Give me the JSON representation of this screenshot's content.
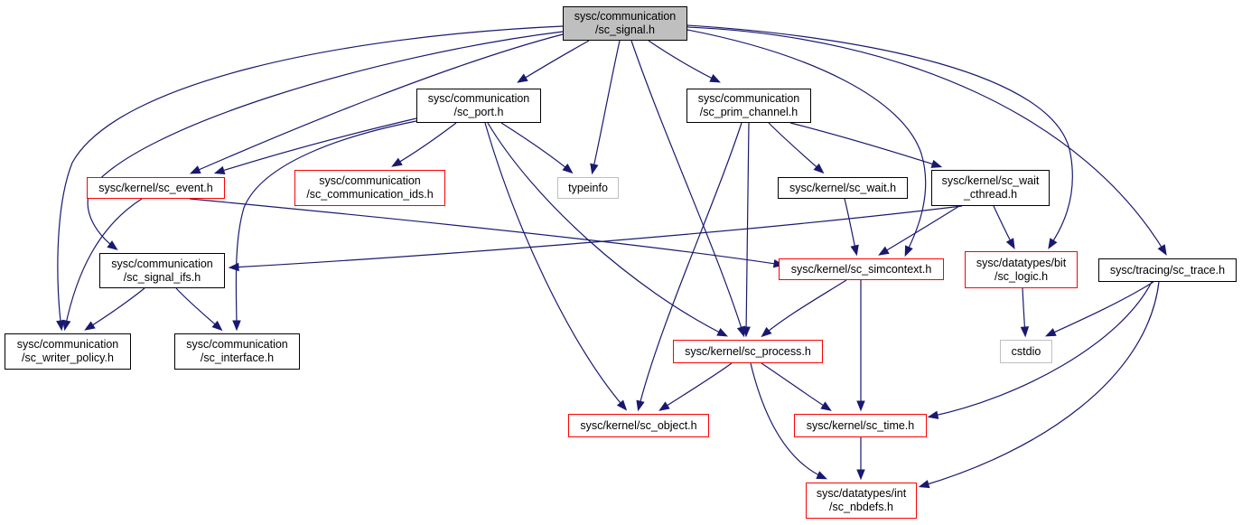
{
  "colors": {
    "edge": "#191970",
    "root_fill": "#bfbfbf",
    "red_border": "#ff0000",
    "gray_border": "#bfbfbf",
    "black_border": "#000000"
  },
  "nodes": {
    "sc_signal": {
      "lines": [
        "sysc/communication",
        "/sc_signal.h"
      ],
      "style": "root"
    },
    "sc_port": {
      "lines": [
        "sysc/communication",
        "/sc_port.h"
      ],
      "style": "black"
    },
    "sc_prim_channel": {
      "lines": [
        "sysc/communication",
        "/sc_prim_channel.h"
      ],
      "style": "black"
    },
    "sc_event": {
      "lines": [
        "sysc/kernel/sc_event.h"
      ],
      "style": "red"
    },
    "sc_communication_ids": {
      "lines": [
        "sysc/communication",
        "/sc_communication_ids.h"
      ],
      "style": "red"
    },
    "typeinfo": {
      "lines": [
        "typeinfo"
      ],
      "style": "gray"
    },
    "sc_wait": {
      "lines": [
        "sysc/kernel/sc_wait.h"
      ],
      "style": "black"
    },
    "sc_wait_cthread": {
      "lines": [
        "sysc/kernel/sc_wait",
        "_cthread.h"
      ],
      "style": "black"
    },
    "sc_signal_ifs": {
      "lines": [
        "sysc/communication",
        "/sc_signal_ifs.h"
      ],
      "style": "black"
    },
    "sc_simcontext": {
      "lines": [
        "sysc/kernel/sc_simcontext.h"
      ],
      "style": "red"
    },
    "sc_logic": {
      "lines": [
        "sysc/datatypes/bit",
        "/sc_logic.h"
      ],
      "style": "red"
    },
    "sc_trace": {
      "lines": [
        "sysc/tracing/sc_trace.h"
      ],
      "style": "black"
    },
    "sc_writer_policy": {
      "lines": [
        "sysc/communication",
        "/sc_writer_policy.h"
      ],
      "style": "black"
    },
    "sc_interface": {
      "lines": [
        "sysc/communication",
        "/sc_interface.h"
      ],
      "style": "black"
    },
    "sc_process": {
      "lines": [
        "sysc/kernel/sc_process.h"
      ],
      "style": "red"
    },
    "cstdio": {
      "lines": [
        "cstdio"
      ],
      "style": "gray"
    },
    "sc_object": {
      "lines": [
        "sysc/kernel/sc_object.h"
      ],
      "style": "red"
    },
    "sc_time": {
      "lines": [
        "sysc/kernel/sc_time.h"
      ],
      "style": "red"
    },
    "sc_nbdefs": {
      "lines": [
        "sysc/datatypes/int",
        "/sc_nbdefs.h"
      ],
      "style": "red"
    }
  },
  "edges": [
    [
      "sc_signal",
      "sc_port"
    ],
    [
      "sc_signal",
      "sc_prim_channel"
    ],
    [
      "sc_signal",
      "sc_event"
    ],
    [
      "sc_signal",
      "typeinfo"
    ],
    [
      "sc_signal",
      "sc_signal_ifs"
    ],
    [
      "sc_signal",
      "sc_writer_policy"
    ],
    [
      "sc_signal",
      "sc_process"
    ],
    [
      "sc_signal",
      "sc_simcontext"
    ],
    [
      "sc_signal",
      "sc_logic"
    ],
    [
      "sc_signal",
      "sc_trace"
    ],
    [
      "sc_port",
      "sc_event"
    ],
    [
      "sc_port",
      "sc_communication_ids"
    ],
    [
      "sc_port",
      "typeinfo"
    ],
    [
      "sc_port",
      "sc_interface"
    ],
    [
      "sc_port",
      "sc_process"
    ],
    [
      "sc_port",
      "sc_object"
    ],
    [
      "sc_prim_channel",
      "sc_wait"
    ],
    [
      "sc_prim_channel",
      "sc_wait_cthread"
    ],
    [
      "sc_prim_channel",
      "sc_process"
    ],
    [
      "sc_prim_channel",
      "sc_object"
    ],
    [
      "sc_event",
      "sc_simcontext"
    ],
    [
      "sc_event",
      "sc_writer_policy"
    ],
    [
      "sc_wait",
      "sc_simcontext"
    ],
    [
      "sc_wait_cthread",
      "sc_simcontext"
    ],
    [
      "sc_wait_cthread",
      "sc_logic"
    ],
    [
      "sc_wait_cthread",
      "sc_signal_ifs"
    ],
    [
      "sc_signal_ifs",
      "sc_writer_policy"
    ],
    [
      "sc_signal_ifs",
      "sc_interface"
    ],
    [
      "sc_simcontext",
      "sc_process"
    ],
    [
      "sc_simcontext",
      "sc_time"
    ],
    [
      "sc_logic",
      "cstdio"
    ],
    [
      "sc_trace",
      "cstdio"
    ],
    [
      "sc_trace",
      "sc_time"
    ],
    [
      "sc_trace",
      "sc_nbdefs"
    ],
    [
      "sc_process",
      "sc_object"
    ],
    [
      "sc_process",
      "sc_time"
    ],
    [
      "sc_process",
      "sc_nbdefs"
    ],
    [
      "sc_time",
      "sc_nbdefs"
    ]
  ]
}
